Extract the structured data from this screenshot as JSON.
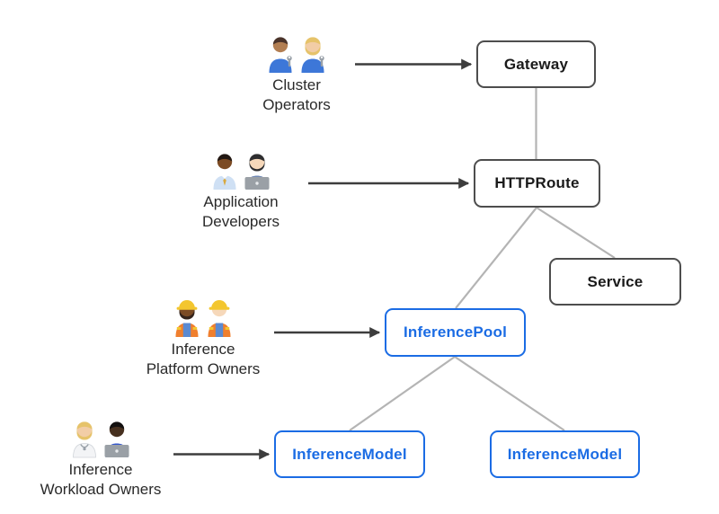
{
  "diagram": {
    "background": "#ffffff",
    "personas": [
      {
        "name": "cluster-operators",
        "label": "Cluster\nOperators",
        "emoji": "👨🏽‍🔧 👩🏼‍🔧",
        "figures": [
          "man-mechanic",
          "woman-mechanic"
        ]
      },
      {
        "name": "application-developers",
        "label": "Application\nDevelopers",
        "emoji": "👨🏾‍💼 👩🏻‍💻",
        "figures": [
          "man-office-worker",
          "woman-technologist"
        ]
      },
      {
        "name": "inference-platform-owners",
        "label": "Inference\nPlatform Owners",
        "emoji": "👷🏾‍♀️ 👷🏻",
        "figures": [
          "woman-construction-worker",
          "man-construction-worker"
        ]
      },
      {
        "name": "inference-workload-owners",
        "label": "Inference\nWorkload Owners",
        "emoji": "🧑🏼‍⚕️ 👨🏿‍💻",
        "figures": [
          "health-worker",
          "man-technologist"
        ]
      }
    ],
    "nodes": [
      {
        "id": "gateway",
        "label": "Gateway",
        "type": "core"
      },
      {
        "id": "httproute",
        "label": "HTTPRoute",
        "type": "core"
      },
      {
        "id": "service",
        "label": "Service",
        "type": "core"
      },
      {
        "id": "inferencepool",
        "label": "InferencePool",
        "type": "extension"
      },
      {
        "id": "inferencemodel-left",
        "label": "InferenceModel",
        "type": "extension"
      },
      {
        "id": "inferencemodel-right",
        "label": "InferenceModel",
        "type": "extension"
      }
    ],
    "edges": [
      {
        "from": "Gateway",
        "to": "HTTPRoute"
      },
      {
        "from": "HTTPRoute",
        "to": "Service"
      },
      {
        "from": "HTTPRoute",
        "to": "InferencePool"
      },
      {
        "from": "InferencePool",
        "to": "InferenceModel (left)"
      },
      {
        "from": "InferencePool",
        "to": "InferenceModel (right)"
      }
    ],
    "actor_arrows": [
      {
        "from": "Cluster Operators",
        "to": "Gateway"
      },
      {
        "from": "Application Developers",
        "to": "HTTPRoute"
      },
      {
        "from": "Inference Platform Owners",
        "to": "InferencePool"
      },
      {
        "from": "Inference Workload Owners",
        "to": "InferenceModel (left)"
      }
    ],
    "colors": {
      "core_border": "#4d4d4d",
      "core_text": "#1a1a1a",
      "extension_border": "#1b6ce4",
      "extension_text": "#1b6ce4",
      "connector_line": "#b4b4b4",
      "arrow": "#3d3d3d",
      "label_text": "#2a2a2a",
      "background": "#ffffff"
    }
  }
}
